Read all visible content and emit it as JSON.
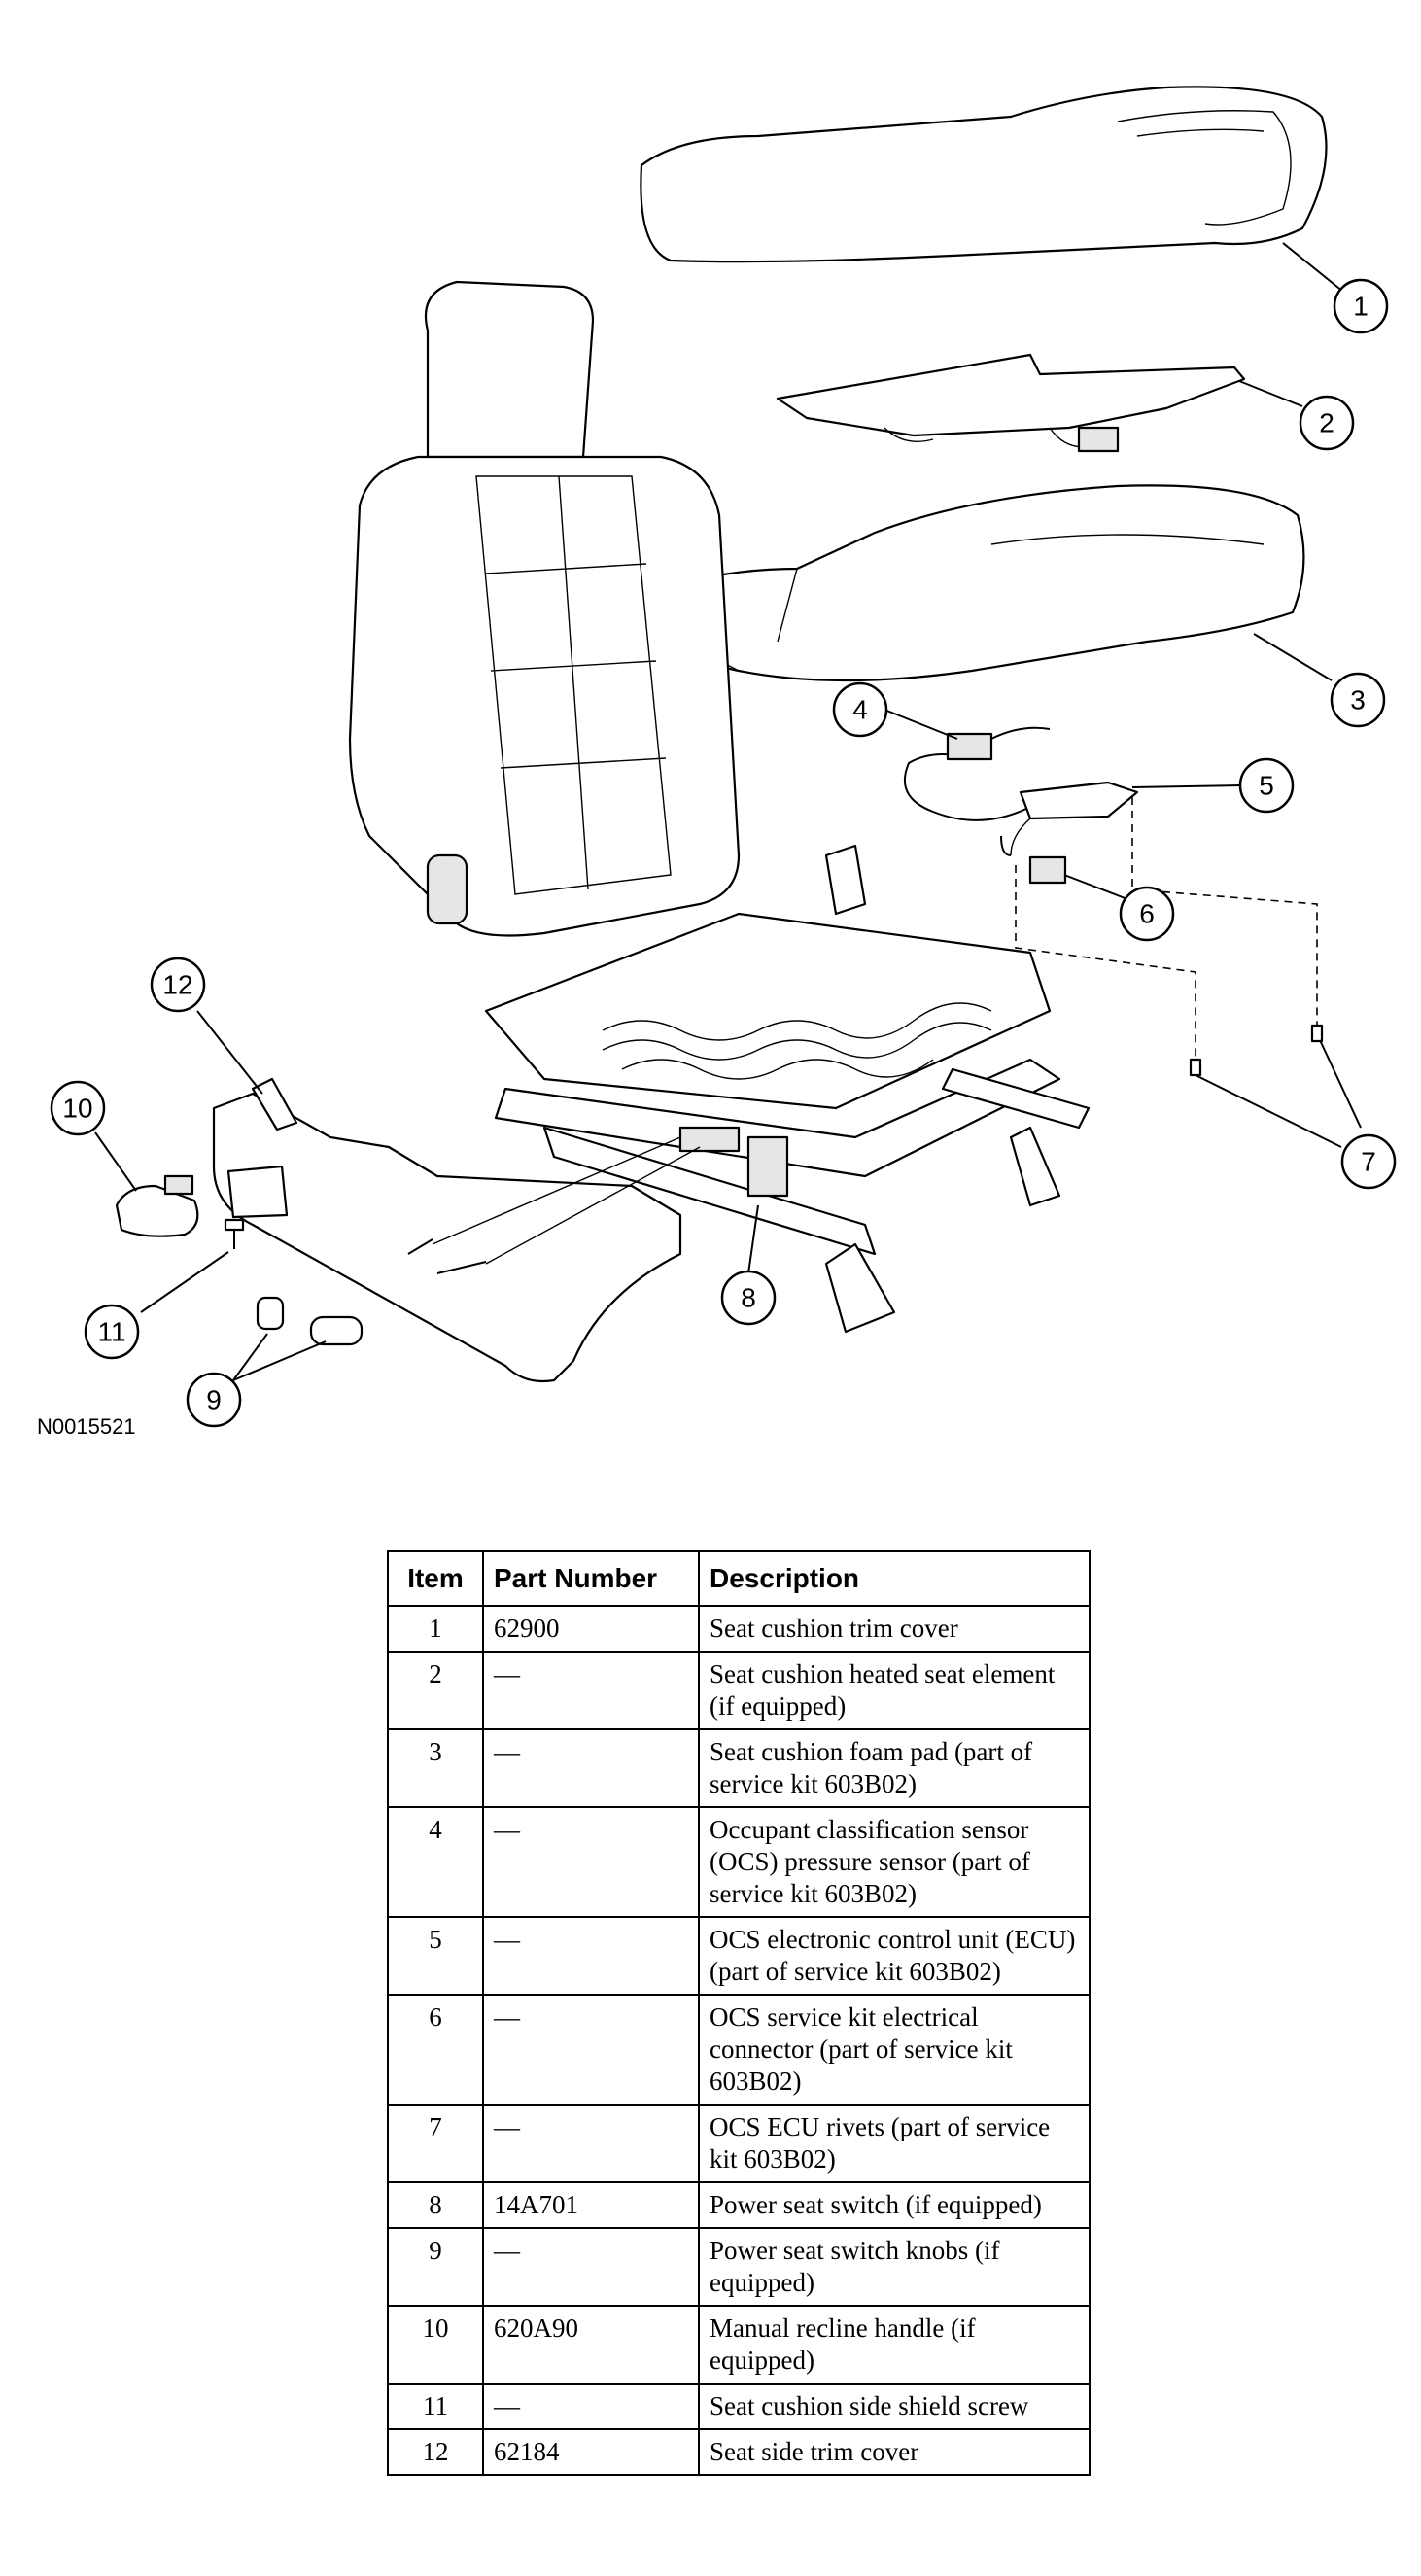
{
  "figure_id": "N0015521",
  "callouts": [
    "1",
    "2",
    "3",
    "4",
    "5",
    "6",
    "7",
    "8",
    "9",
    "10",
    "11",
    "12"
  ],
  "table": {
    "headers": {
      "item": "Item",
      "part_number": "Part Number",
      "description": "Description"
    },
    "rows": [
      {
        "item": "1",
        "part_number": "62900",
        "description": "Seat cushion trim cover"
      },
      {
        "item": "2",
        "part_number": "—",
        "description": "Seat cushion heated seat element (if equipped)"
      },
      {
        "item": "3",
        "part_number": "—",
        "description": "Seat cushion foam pad (part of service kit 603B02)"
      },
      {
        "item": "4",
        "part_number": "—",
        "description": "Occupant classification sensor (OCS) pressure sensor (part of service kit 603B02)"
      },
      {
        "item": "5",
        "part_number": "—",
        "description": "OCS electronic control unit (ECU) (part of service kit 603B02)"
      },
      {
        "item": "6",
        "part_number": "—",
        "description": "OCS service kit electrical connector (part of service kit 603B02)"
      },
      {
        "item": "7",
        "part_number": "—",
        "description": "OCS ECU rivets (part of service kit 603B02)"
      },
      {
        "item": "8",
        "part_number": "14A701",
        "description": "Power seat switch (if equipped)"
      },
      {
        "item": "9",
        "part_number": "—",
        "description": "Power seat switch knobs (if equipped)"
      },
      {
        "item": "10",
        "part_number": "620A90",
        "description": "Manual recline handle (if equipped)"
      },
      {
        "item": "11",
        "part_number": "—",
        "description": "Seat cushion side shield screw"
      },
      {
        "item": "12",
        "part_number": "62184",
        "description": "Seat side trim cover"
      }
    ]
  }
}
